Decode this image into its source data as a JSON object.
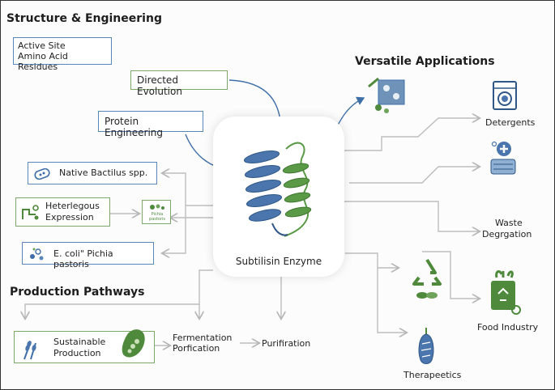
{
  "headings": {
    "structure": "Structure & Engineering",
    "applications": "Versatile Applications",
    "production": "Production Pathways"
  },
  "structure": {
    "active_site_line1": "Active Site",
    "active_site_line2": "Amino Acid Residues",
    "directed_evolution": "Directed Evolution",
    "protein_engineering": "Protein Engineering"
  },
  "sources": {
    "native": "Native Bactilus spp.",
    "heterologous_line1": "Heterlegous",
    "heterologous_line2": "Expression",
    "heterologous_badge": "Pichia pastoris",
    "ecoli": "E. coli\" Pichia pastoris"
  },
  "center": {
    "label": "Subtilisin Enzyme"
  },
  "applications": {
    "detergents": "Detergents",
    "waste_line1": "Waste",
    "waste_line2": "Degrgation",
    "food": "Food Industry",
    "therapeutics": "Therapeetics"
  },
  "production": {
    "sustainable_line1": "Sustainable",
    "sustainable_line2": "Production",
    "fermentation_line1": "Fermentation",
    "fermentation_line2": "Porfication",
    "purification": "Purifiration"
  },
  "colors": {
    "blue_accent": "#3f6fa8",
    "green_accent": "#4f8a3c",
    "connector": "#bdbdbd"
  }
}
